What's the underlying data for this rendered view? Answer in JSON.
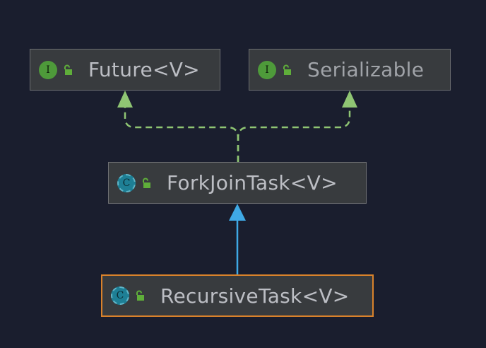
{
  "diagram": {
    "nodes": {
      "future": {
        "label": "Future<V>",
        "kind_icon": "interface-icon",
        "kind_glyph": "I",
        "access_icon": "public-lock-icon"
      },
      "serializable": {
        "label": "Serializable",
        "kind_icon": "interface-icon",
        "kind_glyph": "I",
        "access_icon": "public-lock-icon"
      },
      "forkjointask": {
        "label": "ForkJoinTask<V>",
        "kind_icon": "abstract-class-icon",
        "kind_glyph": "C",
        "access_icon": "public-lock-icon"
      },
      "recursivetask": {
        "label": "RecursiveTask<V>",
        "kind_icon": "abstract-class-icon",
        "kind_glyph": "C",
        "access_icon": "public-lock-icon",
        "selected": true
      }
    },
    "edges": [
      {
        "from": "forkjointask",
        "to": "future",
        "type": "implements"
      },
      {
        "from": "forkjointask",
        "to": "serializable",
        "type": "implements"
      },
      {
        "from": "recursivetask",
        "to": "forkjointask",
        "type": "extends"
      }
    ],
    "colors": {
      "background": "#1a1e2e",
      "node_fill": "#383b3e",
      "node_border": "#6d6f72",
      "selected_border": "#d9822b",
      "implements_edge": "#8fc573",
      "extends_edge": "#3fa9e5"
    }
  }
}
